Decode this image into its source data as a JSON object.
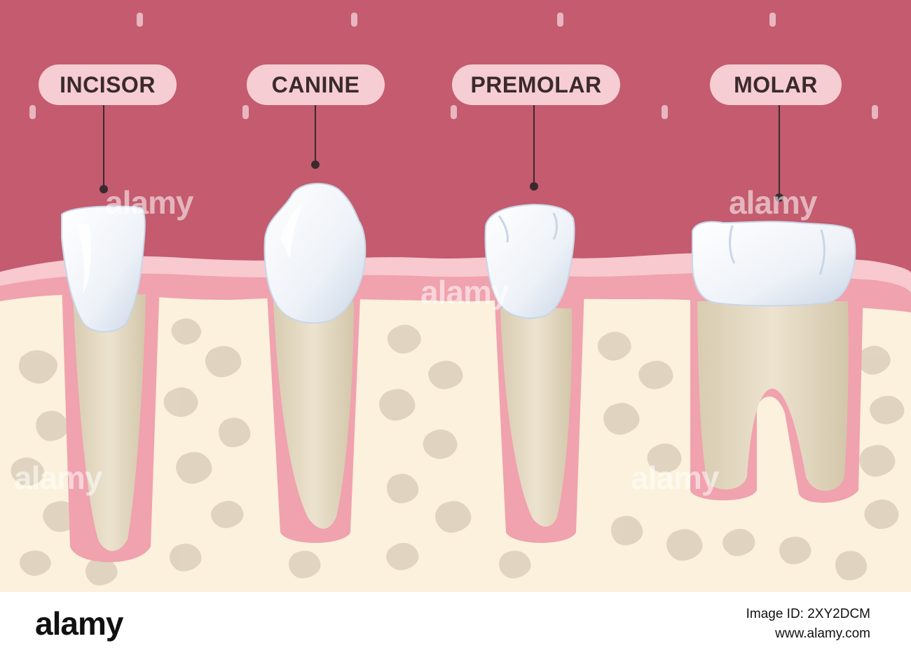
{
  "colors": {
    "background": "#c45b6e",
    "gum": "#f0a2ae",
    "gum_light": "#f8c9cf",
    "bone": "#fbf1dc",
    "bone_spot": "#dcd0bc",
    "root": "#e4d9c2",
    "enamel": "#f3f6fb"
  },
  "labels": {
    "incisor": "INCISOR",
    "canine": "CANINE",
    "premolar": "PREMOLAR",
    "molar": "MOLAR"
  },
  "watermark": "alamy",
  "footer": {
    "brand": "alamy",
    "image_id_line": "Image ID: 2XY2DCM",
    "url": "www.alamy.com"
  }
}
